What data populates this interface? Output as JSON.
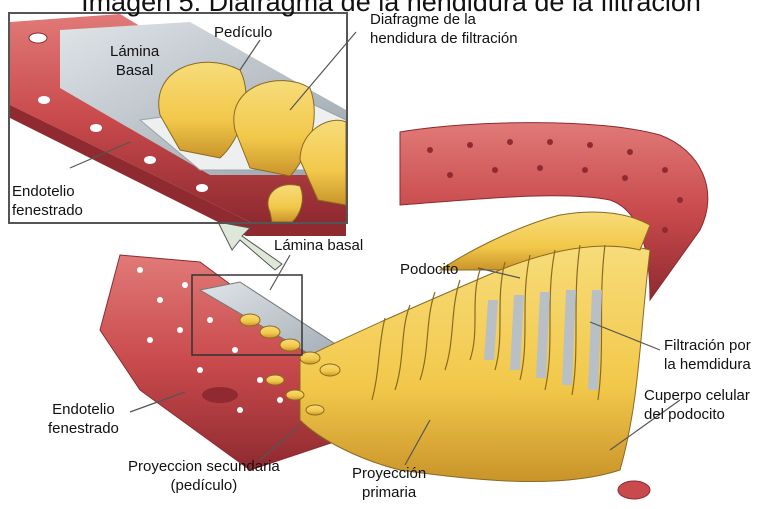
{
  "title": "Imagen 5. Diafragma de la hendidura de la filtración",
  "inset": {
    "labels": {
      "lamina_basal": [
        "Lámina",
        "Basal"
      ],
      "pediculo": "Pedículo",
      "diafragma": [
        "Diafragme de la",
        "hendidura de filtración"
      ],
      "endotelio": [
        "Endotelio",
        "fenestrado"
      ]
    }
  },
  "main": {
    "labels": {
      "lamina_basal": "Lámina basal",
      "podocito": "Podocito",
      "filtracion": [
        "Filtración por",
        "la hemdidura"
      ],
      "cuerpo": [
        "Cuperpo celular",
        "del podocito"
      ],
      "endotelio": [
        "Endotelio",
        "fenestrado"
      ],
      "proy_secundaria": [
        "Proyeccion secundaria",
        "(pedículo)"
      ],
      "proy_primaria": [
        "Proyección",
        "primaria"
      ]
    }
  },
  "colors": {
    "capillary_red": "#c94a4c",
    "capillary_dark": "#8e2a30",
    "capillary_light": "#e07a78",
    "podocyte_yellow": "#f2c84a",
    "podocyte_dark": "#c9942a",
    "membrane_gray": "#b8c0c6",
    "leader": "#555555",
    "arrow_fill": "#dfe8d8"
  }
}
